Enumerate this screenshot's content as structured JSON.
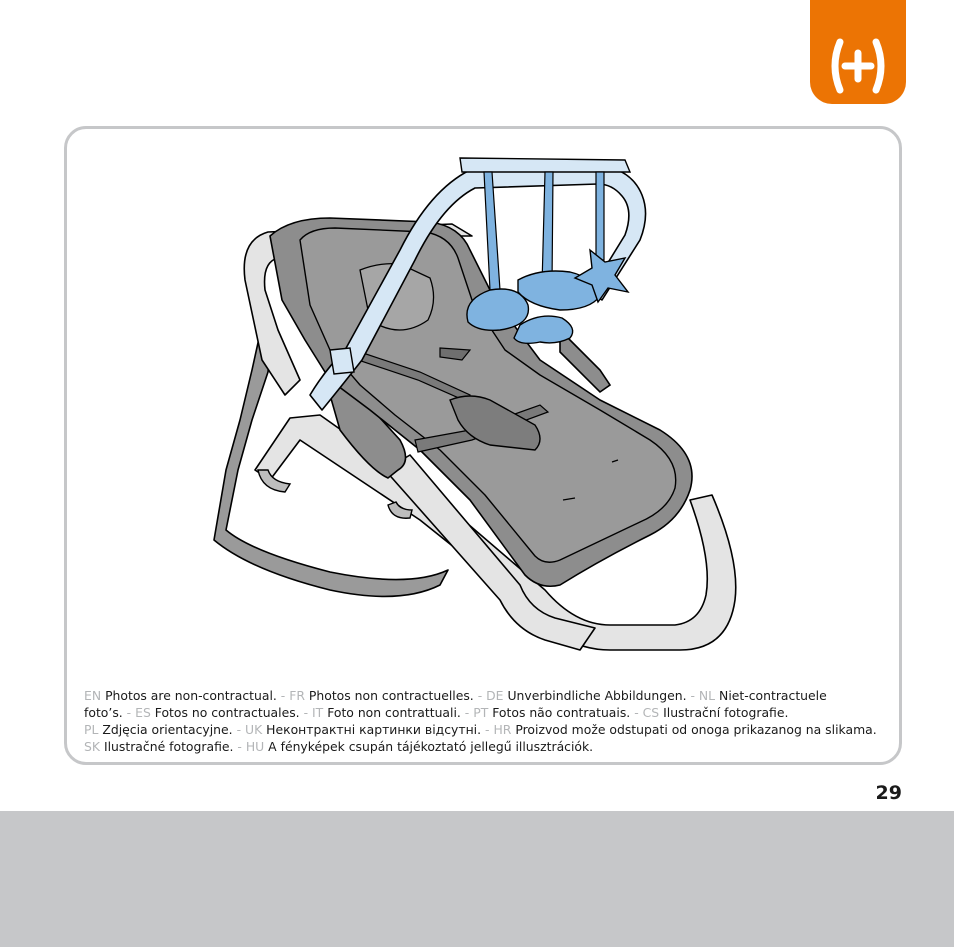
{
  "colors": {
    "accent": "#ec7404",
    "panel_border": "#c6c7c9",
    "footer": "#c6c7c9",
    "lang_code": "#b3b5b7",
    "toy_blue": "#7fb3e0",
    "bar_blue": "#d6e7f5",
    "seat_gray": "#8d8d8d"
  },
  "badge": {
    "icon": "plus-in-parentheses-icon"
  },
  "disclaimer": {
    "lines": [
      [
        {
          "code": "EN",
          "text": "Photos are non-contractual."
        },
        {
          "code": "FR",
          "text": "Photos non contractuelles."
        },
        {
          "code": "DE",
          "text": "Unverbindliche Abbildungen."
        },
        {
          "code": "NL",
          "text": "Niet-contractuele"
        }
      ],
      [
        {
          "code": "",
          "text": "foto’s."
        },
        {
          "code": "ES",
          "text": "Fotos no contractuales."
        },
        {
          "code": "IT",
          "text": "Foto non contrattuali."
        },
        {
          "code": "PT",
          "text": "Fotos não contratuais."
        },
        {
          "code": "CS",
          "text": "Ilustrační fotografie."
        }
      ],
      [
        {
          "code": "PL",
          "text": "Zdjęcia orientacyjne."
        },
        {
          "code": "UK",
          "text": "Неконтрактні картинки відсутні."
        },
        {
          "code": "HR",
          "text": "Proizvod može odstupati od onoga prikazanog na slikama."
        }
      ],
      [
        {
          "code": "SK",
          "text": "Ilustračné fotografie."
        },
        {
          "code": "HU",
          "text": "A fényképek csupán tájékoztató jellegű illusztrációk."
        }
      ]
    ]
  },
  "page_number": "29"
}
